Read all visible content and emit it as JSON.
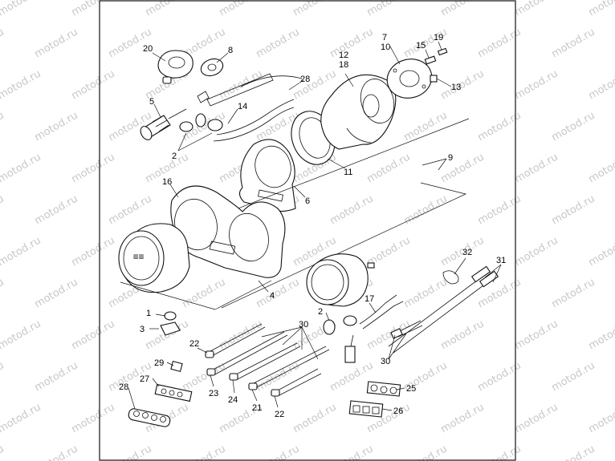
{
  "watermark": {
    "text": "motod.ru"
  },
  "callouts": {
    "c1": "1",
    "c2a": "2",
    "c2b": "2",
    "c3": "3",
    "c4": "4",
    "c5": "5",
    "c6": "6",
    "c7": "7",
    "c8": "8",
    "c9": "9",
    "c10": "10",
    "c11": "11",
    "c12": "12",
    "c13": "13",
    "c14": "14",
    "c15": "15",
    "c16": "16",
    "c17": "17",
    "c18": "18",
    "c19": "19",
    "c20": "20",
    "c21": "21",
    "c22a": "22",
    "c22b": "22",
    "c23": "23",
    "c24": "24",
    "c25": "25",
    "c26": "26",
    "c27": "27",
    "c28a": "28",
    "c28b": "28",
    "c29": "29",
    "c30a": "30",
    "c30b": "30",
    "c31": "31",
    "c32": "32"
  }
}
